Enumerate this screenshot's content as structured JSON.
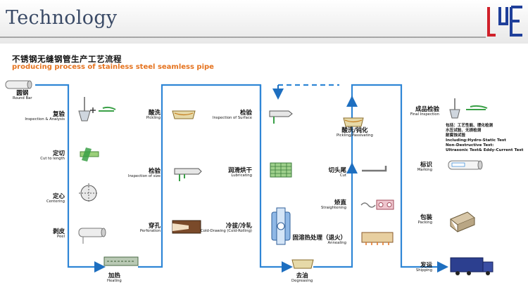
{
  "header": {
    "title": "Technology"
  },
  "diagram": {
    "title_zh": "不锈钢无缝钢管生产工艺流程",
    "title_en": "producing process of stainless steel seamless pipe",
    "steps": {
      "round_bar": {
        "zh": "圆钢",
        "en": "Round Bar"
      },
      "inspection": {
        "zh": "复验",
        "en": "Inspection & Analysis"
      },
      "cut": {
        "zh": "定切",
        "en": "Cut to length"
      },
      "centering": {
        "zh": "定心",
        "en": "Centering"
      },
      "peel": {
        "zh": "剥皮",
        "en": "Peel"
      },
      "heating": {
        "zh": "加热",
        "en": "Heating"
      },
      "pickling": {
        "zh": "酸洗",
        "en": "Pickling"
      },
      "insp_size": {
        "zh": "检验",
        "en": "Inspection of size"
      },
      "perforation": {
        "zh": "穿孔",
        "en": "Perforation"
      },
      "insp_surface": {
        "zh": "检验",
        "en": "Inspection of Surface"
      },
      "lubricating": {
        "zh": "润滑烘干",
        "en": "Lubricating"
      },
      "cold": {
        "zh": "冷拔/冷轧",
        "en": "Cold-Drawing (Cold-Rolling)"
      },
      "degreasing": {
        "zh": "去油",
        "en": "Degreasing"
      },
      "pickpass": {
        "zh": "酸洗/钝化",
        "en": "Pickling/Passivating"
      },
      "cut2": {
        "zh": "切头尾",
        "en": "Cut"
      },
      "straight": {
        "zh": "矫直",
        "en": "Straightening"
      },
      "annealing": {
        "zh": "固溶热处理（退火）",
        "en": "Annealing"
      },
      "final": {
        "zh": "成品检验",
        "en": "Final Inspection"
      },
      "marking": {
        "zh": "标识",
        "en": "Marking"
      },
      "packing": {
        "zh": "包装",
        "en": "Packing"
      },
      "shipping": {
        "zh": "发运",
        "en": "Shipping"
      }
    },
    "final_note": [
      "包括：工艺性能、理化检测",
      "水压试验、无损检测",
      "耐腐蚀试验",
      "Including:Hydro-Static Test",
      "Non-Destructive Test:",
      "Ultrasonic Test& Eddy-Current Test"
    ],
    "colors": {
      "flow_line": "#2f86d6",
      "arrow": "#1e6fc0",
      "accent_orange": "#e5731f",
      "icon_green": "#3aa047"
    }
  }
}
